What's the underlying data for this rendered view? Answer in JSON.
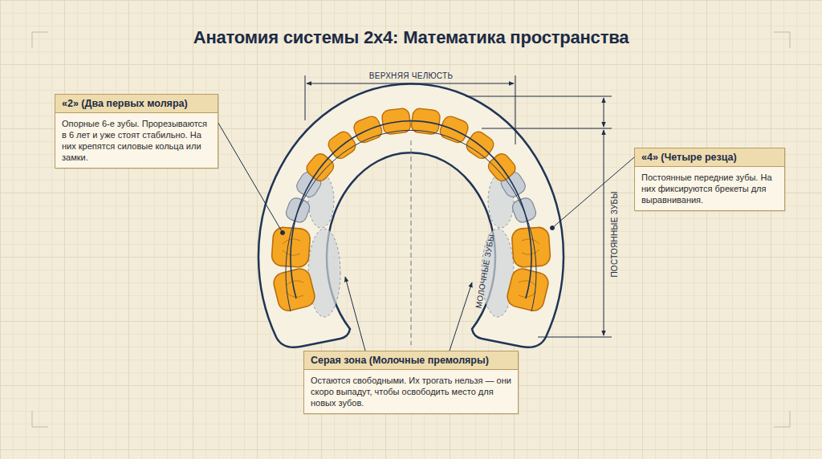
{
  "diagram": {
    "title": "Анатомия системы 2x4: Математика пространства",
    "nodes": [
      {
        "text": [
          "«2» (Два первых моляра)",
          "Опорные 6-е зубы. Прорезываются в 6 лет и уже стоят стабильно. На них крепятся силовые кольца или замки."
        ]
      },
      {
        "text": [
          "«4» (Четыре резца)",
          "Постоянные передние зубы. На них фиксируются брекеты для выравнивания."
        ]
      },
      {
        "text": [
          "Серая зона (Молочные премоляры)",
          "Остаются свободными. Их трогать нельзя — они скоро выпадут, чтобы освободить место для новых зубов."
        ]
      }
    ],
    "labels": [
      "ВЕРХНЯЯ ЧЕЛЮСТЬ",
      "ПОСТОЯННЫЕ ЗУБЫ",
      "МОЛОЧНЫЕ ЗУБЫ"
    ]
  }
}
